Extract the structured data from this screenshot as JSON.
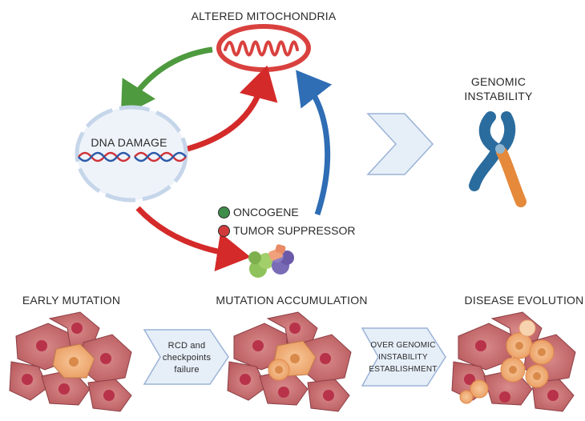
{
  "labels": {
    "altered_mitochondria": "ALTERED MITOCHONDRIA",
    "dna_damage": "DNA DAMAGE",
    "genomic_instability_line1": "GENOMIC",
    "genomic_instability_line2": "INSTABILITY",
    "oncogene": "ONCOGENE",
    "tumor_suppressor": "TUMOR SUPPRESSOR",
    "early_mutation": "EARLY MUTATION",
    "mutation_accumulation": "MUTATION ACCUMULATION",
    "disease_evolution": "DISEASE EVOLUTION",
    "rcd_line1": "RCD and",
    "rcd_line2": "checkpoints",
    "rcd_line3": "failure",
    "over_line1": "OVER GENOMIC",
    "over_line2": "INSTABILITY",
    "over_line3": "ESTABLISHMENT"
  },
  "colors": {
    "green_arrow": "#4e9a3f",
    "red_arrow": "#d42a2a",
    "blue_arrow": "#2f6db5",
    "mitochondria": "#d9413e",
    "chromosome_blue": "#2b6c9e",
    "chromosome_orange": "#e5893a",
    "cell_fill": "#c96a6a",
    "nucleus": "#b8324a",
    "mutated_cell": "#f2b87c",
    "chevron_fill": "#e6eef8",
    "chevron_stroke": "#9bb3d6",
    "oncogene_dot": "#3e8d4a",
    "suppressor_dot": "#d23a3a"
  },
  "icons": [
    "mitochondria-icon",
    "dna-icon",
    "chromosome-icon",
    "protein-complex-icon",
    "chevron-arrow-icon",
    "cell-cluster-icon"
  ]
}
